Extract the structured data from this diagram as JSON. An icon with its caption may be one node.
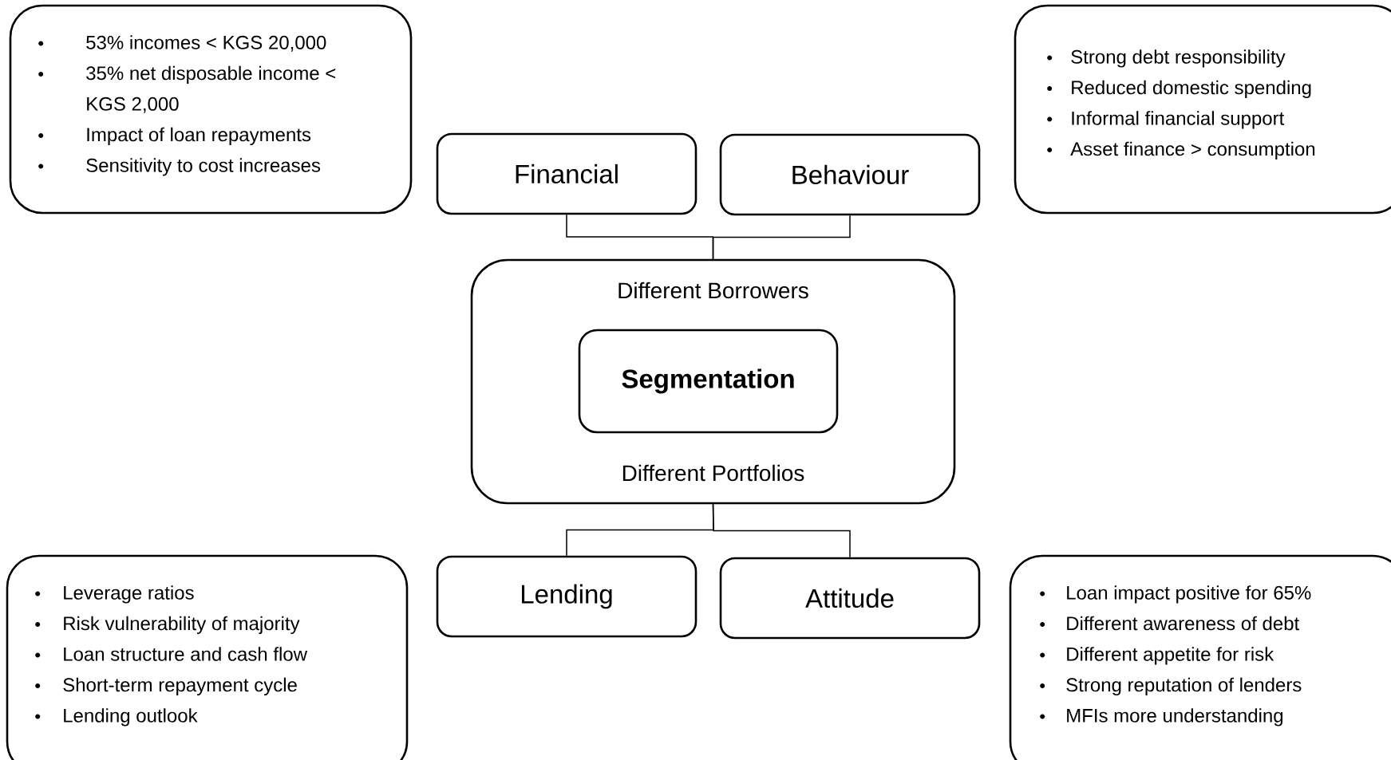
{
  "diagram": {
    "nodes": [
      {
        "text": [
          "53% incomes < KGS 20,000",
          "35% net disposable income < KGS 2,000",
          "Impact of loan repayments",
          "Sensitivity to cost increases"
        ]
      },
      {
        "text": [
          "Financial"
        ]
      },
      {
        "text": [
          "Behaviour"
        ]
      },
      {
        "text": [
          "Strong debt responsibility",
          "Reduced domestic spending",
          "Informal financial support",
          "Asset finance > consumption"
        ]
      },
      {
        "text": [
          "Different Borrowers",
          "Different Portfolios"
        ]
      },
      {
        "text": [
          "Segmentation"
        ],
        "in": 4
      },
      {
        "text": [
          "Leverage ratios",
          "Risk vulnerability of majority",
          "Loan structure and cash flow",
          "Short-term repayment cycle",
          "Lending outlook"
        ]
      },
      {
        "text": [
          "Lending"
        ]
      },
      {
        "text": [
          "Attitude"
        ]
      },
      {
        "text": [
          "Loan impact positive for 65%",
          "Different awareness of debt",
          "Different appetite for risk",
          "Strong reputation of lenders",
          "MFIs more understanding"
        ]
      }
    ],
    "edges": [
      {
        "from": 1,
        "to": 4,
        "arrow": "none"
      },
      {
        "from": 2,
        "to": 4,
        "arrow": "none"
      },
      {
        "from": 4,
        "to": 7,
        "arrow": "none"
      },
      {
        "from": 4,
        "to": 8,
        "arrow": "none"
      }
    ]
  }
}
